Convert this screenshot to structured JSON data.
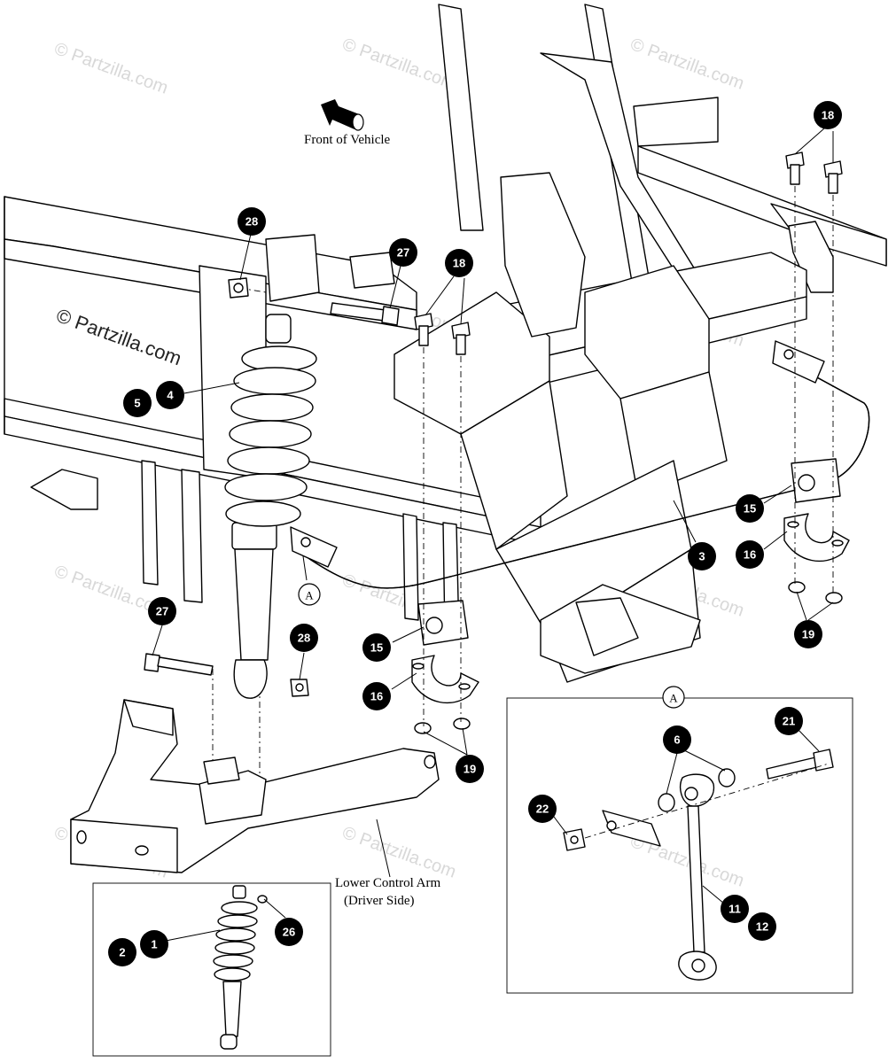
{
  "labels": {
    "front_of_vehicle": "Front of Vehicle",
    "lower_control_arm_line1": "Lower Control Arm",
    "lower_control_arm_line2": "(Driver Side)",
    "detail_ref": "A"
  },
  "watermarks": {
    "primary": "© Partzilla.com",
    "faint": "© Partzilla.com"
  },
  "callouts": [
    {
      "id": "c28a",
      "num": "28"
    },
    {
      "id": "c27a",
      "num": "27"
    },
    {
      "id": "c18a",
      "num": "18"
    },
    {
      "id": "c18b",
      "num": "18"
    },
    {
      "id": "c5",
      "num": "5"
    },
    {
      "id": "c4",
      "num": "4"
    },
    {
      "id": "c3",
      "num": "3"
    },
    {
      "id": "c15a",
      "num": "15"
    },
    {
      "id": "c16a",
      "num": "16"
    },
    {
      "id": "c19a",
      "num": "19"
    },
    {
      "id": "c27b",
      "num": "27"
    },
    {
      "id": "c28b",
      "num": "28"
    },
    {
      "id": "c15b",
      "num": "15"
    },
    {
      "id": "c16b",
      "num": "16"
    },
    {
      "id": "c19b",
      "num": "19"
    },
    {
      "id": "c21",
      "num": "21"
    },
    {
      "id": "c6",
      "num": "6"
    },
    {
      "id": "c22",
      "num": "22"
    },
    {
      "id": "c11",
      "num": "11"
    },
    {
      "id": "c12",
      "num": "12"
    },
    {
      "id": "c2",
      "num": "2"
    },
    {
      "id": "c1",
      "num": "1"
    },
    {
      "id": "c26",
      "num": "26"
    }
  ]
}
